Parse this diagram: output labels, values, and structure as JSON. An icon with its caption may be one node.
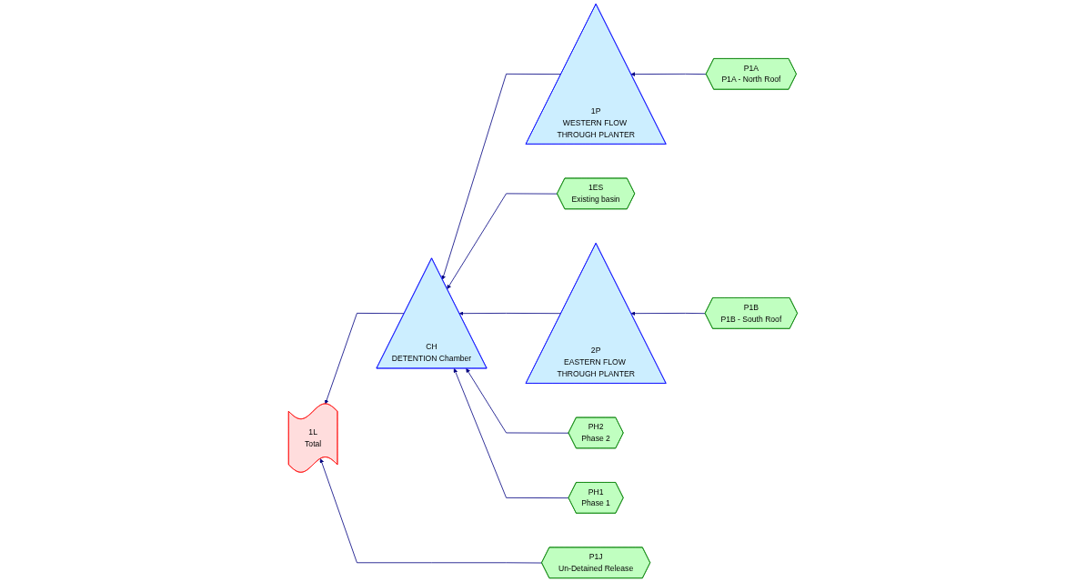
{
  "diagram": {
    "nodes": [
      {
        "text": [
          "1ES",
          "Existing basin"
        ]
      },
      {
        "text": [
          "1P",
          "WESTERN FLOW THROUGH PLANTER"
        ]
      },
      {
        "text": [
          "P1A",
          "P1A - North Roof"
        ]
      },
      {
        "text": [
          "1L",
          "Total"
        ]
      },
      {
        "text": [
          "CH",
          "DETENTION Chamber"
        ]
      },
      {
        "text": [
          "2P",
          "EASTERN FLOW THROUGH PLANTER"
        ]
      },
      {
        "text": [
          "P1B",
          "P1B - South Roof"
        ]
      },
      {
        "text": [
          "P1J",
          "Un-Detained Release"
        ]
      },
      {
        "text": [
          "PH2",
          "Phase 2"
        ]
      },
      {
        "text": [
          "PH1",
          "Phase 1"
        ]
      }
    ],
    "edges": [
      {
        "from": 2,
        "to": 1,
        "arrow": "to"
      },
      {
        "from": 1,
        "to": 4,
        "arrow": "to"
      },
      {
        "from": 0,
        "to": 4,
        "arrow": "to"
      },
      {
        "from": 4,
        "to": 3,
        "arrow": "to"
      },
      {
        "from": 5,
        "to": 4,
        "arrow": "to"
      },
      {
        "from": 6,
        "to": 5,
        "arrow": "to"
      },
      {
        "from": 7,
        "to": 3,
        "arrow": "to"
      },
      {
        "from": 8,
        "to": 4,
        "arrow": "to"
      },
      {
        "from": 9,
        "to": 4,
        "arrow": "to"
      }
    ]
  }
}
